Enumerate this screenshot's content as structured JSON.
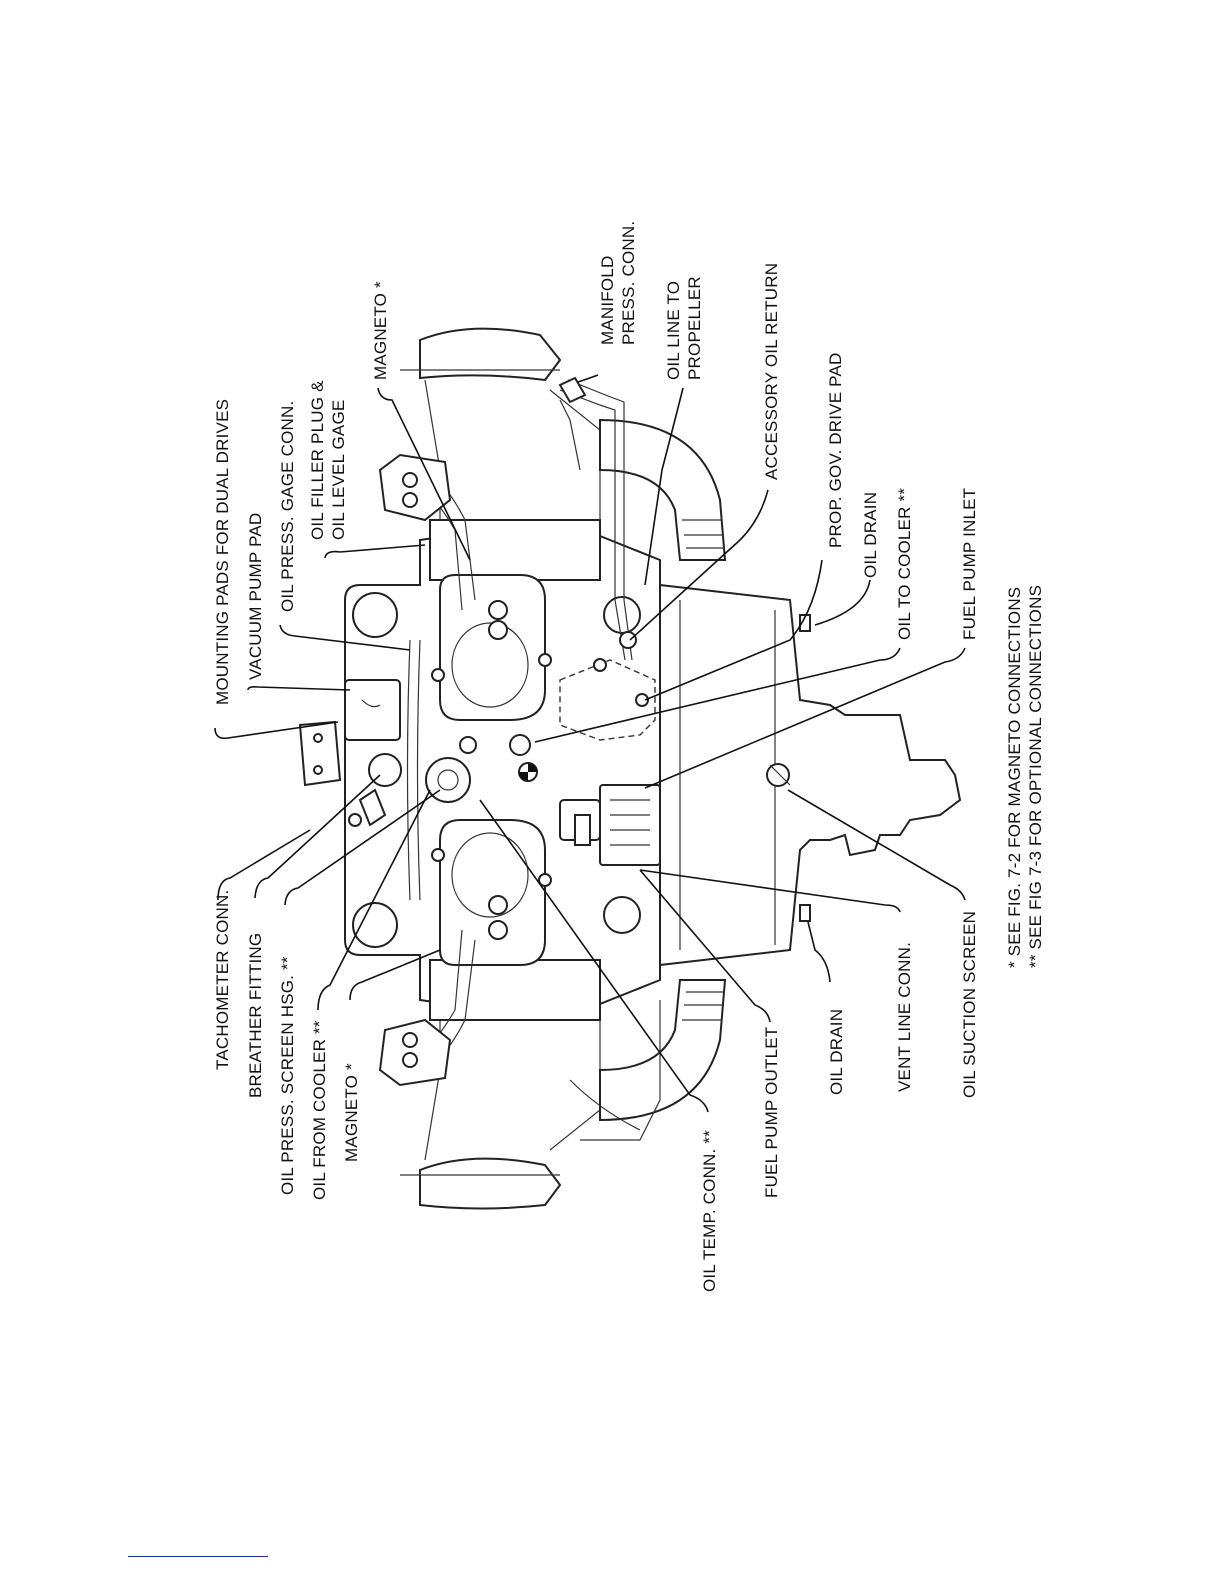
{
  "labels": {
    "mounting_pads": "MOUNTING PADS FOR DUAL DRIVES",
    "vacuum_pump_pad": "VACUUM PUMP PAD",
    "oil_press_gage_conn": "OIL PRESS. GAGE CONN.",
    "oil_filler_plug_1": "OIL FILLER PLUG &",
    "oil_filler_plug_2": "OIL LEVEL GAGE",
    "magneto_top": "MAGNETO *",
    "manifold_press_1": "MANIFOLD",
    "manifold_press_2": "PRESS. CONN.",
    "oil_line_prop_1": "OIL LINE TO",
    "oil_line_prop_2": "PROPELLER",
    "accessory_oil_return": "ACCESSORY OIL RETURN",
    "prop_gov_drive_pad": "PROP. GOV. DRIVE PAD",
    "oil_drain_top": "OIL DRAIN",
    "oil_to_cooler": "OIL TO COOLER **",
    "fuel_pump_inlet": "FUEL PUMP INLET",
    "tachometer_conn": "TACHOMETER CONN.",
    "breather_fitting": "BREATHER FITTING",
    "oil_press_screen": "OIL PRESS. SCREEN HSG. **",
    "oil_from_cooler": "OIL FROM COOLER **",
    "magneto_bottom": "MAGNETO *",
    "oil_temp_conn": "OIL TEMP. CONN. **",
    "fuel_pump_outlet": "FUEL PUMP OUTLET",
    "oil_drain_bottom": "OIL DRAIN",
    "vent_line_conn": "VENT LINE CONN.",
    "oil_suction_screen": "OIL SUCTION SCREEN"
  },
  "notes": {
    "note1": "* SEE FIG. 7-2 FOR MAGNETO CONNECTIONS",
    "note2": "** SEE FIG 7-3 FOR OPTIONAL CONNECTIONS"
  }
}
